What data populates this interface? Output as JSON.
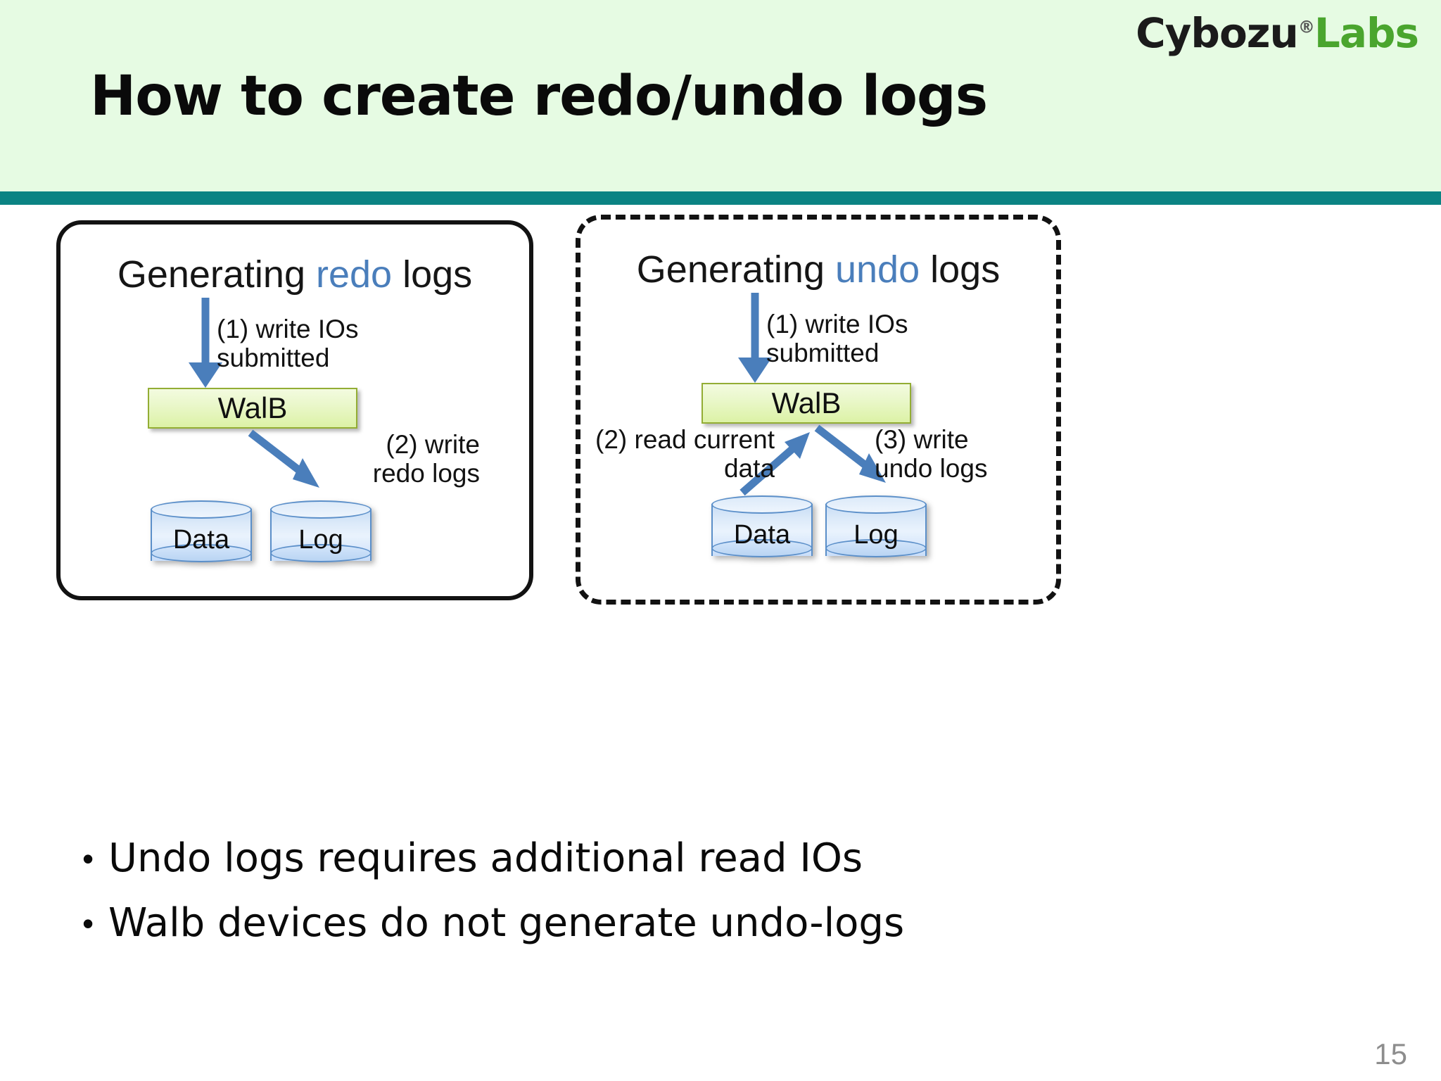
{
  "header": {
    "title": "How to create redo/undo logs",
    "logo": {
      "brand": "Cybozu",
      "registered": "®",
      "suffix": "Labs"
    },
    "band_color": "#e6fbe3",
    "rule_color": "#0b8383"
  },
  "panels": [
    {
      "id": "redo",
      "border_style": "solid",
      "heading": {
        "prefix": "Generating ",
        "keyword": "redo",
        "suffix": " logs",
        "keyword_color": "#4a7ebb"
      },
      "walb_label": "WalB",
      "steps": [
        {
          "id": "step-1",
          "text": "(1) write IOs\nsubmitted"
        },
        {
          "id": "step-2",
          "text": "(2) write\nredo logs"
        }
      ],
      "stores": [
        {
          "id": "data-store",
          "label": "Data"
        },
        {
          "id": "log-store",
          "label": "Log"
        }
      ]
    },
    {
      "id": "undo",
      "border_style": "dashed",
      "heading": {
        "prefix": "Generating ",
        "keyword": "undo",
        "suffix": " logs",
        "keyword_color": "#4a7ebb"
      },
      "walb_label": "WalB",
      "steps": [
        {
          "id": "step-1",
          "text": "(1) write IOs\nsubmitted"
        },
        {
          "id": "step-2",
          "text": "(2) read current\ndata"
        },
        {
          "id": "step-3",
          "text": "(3) write\nundo logs"
        }
      ],
      "stores": [
        {
          "id": "data-store",
          "label": "Data"
        },
        {
          "id": "log-store",
          "label": "Log"
        }
      ]
    }
  ],
  "bullets": [
    {
      "marker": "•",
      "text": "Undo logs requires additional read IOs"
    },
    {
      "marker": "•",
      "text": "Walb devices do not generate undo-logs"
    }
  ],
  "footer": {
    "page_number": "15"
  },
  "colors": {
    "arrow_blue": "#4a7ebb",
    "walb_green_border": "#93ad34",
    "cylinder_blue_border": "#5b8fc9"
  }
}
